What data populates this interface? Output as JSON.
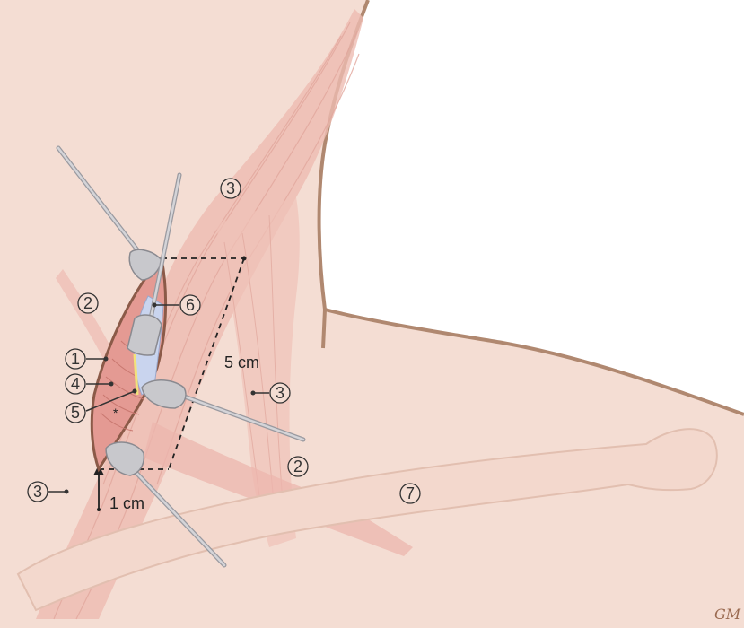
{
  "labels": {
    "one": "1",
    "two": "2",
    "three": "3",
    "four": "4",
    "five": "5",
    "six": "6",
    "seven": "7"
  },
  "dimensions": {
    "vertical": "5 cm",
    "horizontal": "1 cm"
  },
  "marker": "*",
  "signature": "GM",
  "colors": {
    "background": "#ffffff",
    "skin": "#f4ddd3",
    "skin_outline": "#b08870",
    "muscle": "#e6a79f",
    "muscle_fiber": "#d48f88",
    "bone": "#f3d8cd",
    "bone_outline": "#e2bfb0",
    "retractor": "#c8c8cc",
    "retractor_dark": "#8a8a90",
    "incision_edge": "#8b5a48",
    "nerve": "#c9d4ee",
    "nerve_yellow": "#f2e27a"
  }
}
